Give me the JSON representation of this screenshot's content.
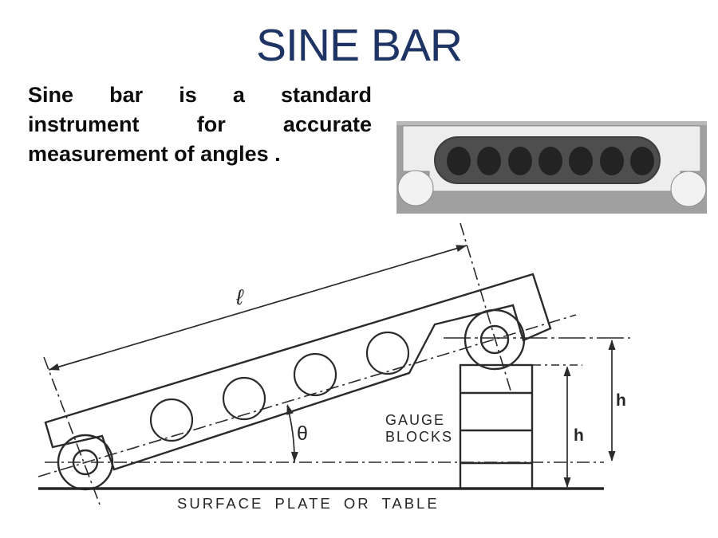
{
  "slide": {
    "title": "SINE BAR",
    "title_color": "#1e3464"
  },
  "intro": {
    "line1": [
      "Sine",
      "bar",
      "is",
      "a",
      "standard"
    ],
    "line2": [
      "instrument",
      "for",
      "accurate"
    ],
    "line3": "measurement of angles ."
  },
  "photo": {
    "description": "sine-bar-photograph",
    "hole_count": 7,
    "roller_count": 2,
    "background_color": "#a0a0a0",
    "bar_color": "#ededed",
    "inset_color": "#4e4e4e",
    "hole_color": "#232323"
  },
  "diagram": {
    "line_color": "#2b2b2b",
    "labels": {
      "length": "ℓ",
      "angle": "θ",
      "height_inner": "h",
      "height_outer": "h",
      "gauge_line1": "GAUGE",
      "gauge_line2": "BLOCKS",
      "surface": "SURFACE PLATE OR TABLE"
    },
    "hole_count": 4
  }
}
